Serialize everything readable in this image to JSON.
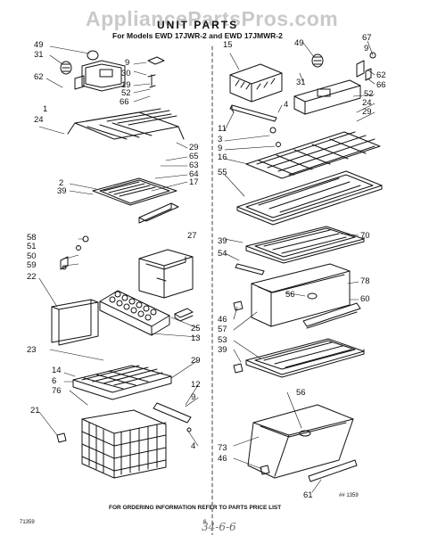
{
  "watermark": "AppliancePartsPros.com",
  "title": "UNIT PARTS",
  "subtitle": "For Models EWD 17JWR-2 and EWD 17JMWR-2",
  "footer_note": "FOR ORDERING INFORMATION REFER TO PARTS PRICE LIST",
  "bottom_left_code": "71359",
  "page_number": "6",
  "figure_code": "## 1359",
  "handwritten_note": "34-6-6",
  "labels_left": {
    "l49": "49",
    "l31": "31",
    "l9": "9",
    "l30": "30",
    "l19": "19",
    "l52": "52",
    "l62": "62",
    "l66": "66",
    "l1": "1",
    "l24": "24",
    "l29": "29",
    "l65": "65",
    "l63": "63",
    "l64": "64",
    "l17": "17",
    "l2": "2",
    "l39": "39",
    "l27": "27",
    "l58": "58",
    "l51": "51",
    "l50": "50",
    "l59": "59",
    "l22": "22",
    "l25": "25",
    "l13": "13",
    "l23": "23",
    "l14": "14",
    "l6": "6",
    "l76": "76",
    "l29b": "29",
    "l12": "12",
    "l9b": "9",
    "l21": "21",
    "l4": "4"
  },
  "labels_right": {
    "r15": "15",
    "r67": "67",
    "r49": "49",
    "r9": "9",
    "r62": "62",
    "r31": "31",
    "r66": "66",
    "r52": "52",
    "r4": "4",
    "r24": "24",
    "r29": "29",
    "r11": "11",
    "r3": "3",
    "r9b": "9",
    "r16": "16",
    "r55": "55",
    "r39": "39",
    "r54": "54",
    "r70": "70",
    "r78": "78",
    "r60": "60",
    "r56": "56",
    "r46": "46",
    "r57": "57",
    "r53": "53",
    "r39b": "39",
    "r56b": "56",
    "r73": "73",
    "r46b": "46",
    "r61": "61"
  }
}
